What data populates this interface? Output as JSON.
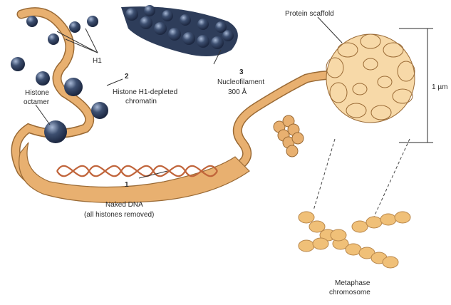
{
  "labels": {
    "h1": "H1",
    "step2_number": "2",
    "step2_label": "Histone H1-depleted",
    "step2_label_line2": "chromatin",
    "histone_octamer_line1": "Histone",
    "histone_octamer_line2": "octamer",
    "step3_number": "3",
    "step3_label_line1": "Nucleofilament",
    "step3_label_line2": "300 Å",
    "protein_scaffold": "Protein scaffold",
    "scale": "1 µm",
    "step1_number": "1",
    "step1_label_line1": "Naked DNA",
    "step1_label_line2": "(all histones removed)",
    "metaphase_line1": "Metaphase",
    "metaphase_line2": "chromosome"
  },
  "colors": {
    "dna": "#e8b070",
    "dna_outline": "#9a6a35",
    "helix": "#c0643a",
    "histone": "#2e3d5a",
    "histone_highlight": "#8fa3c4",
    "chromosome": "#f0c078"
  }
}
